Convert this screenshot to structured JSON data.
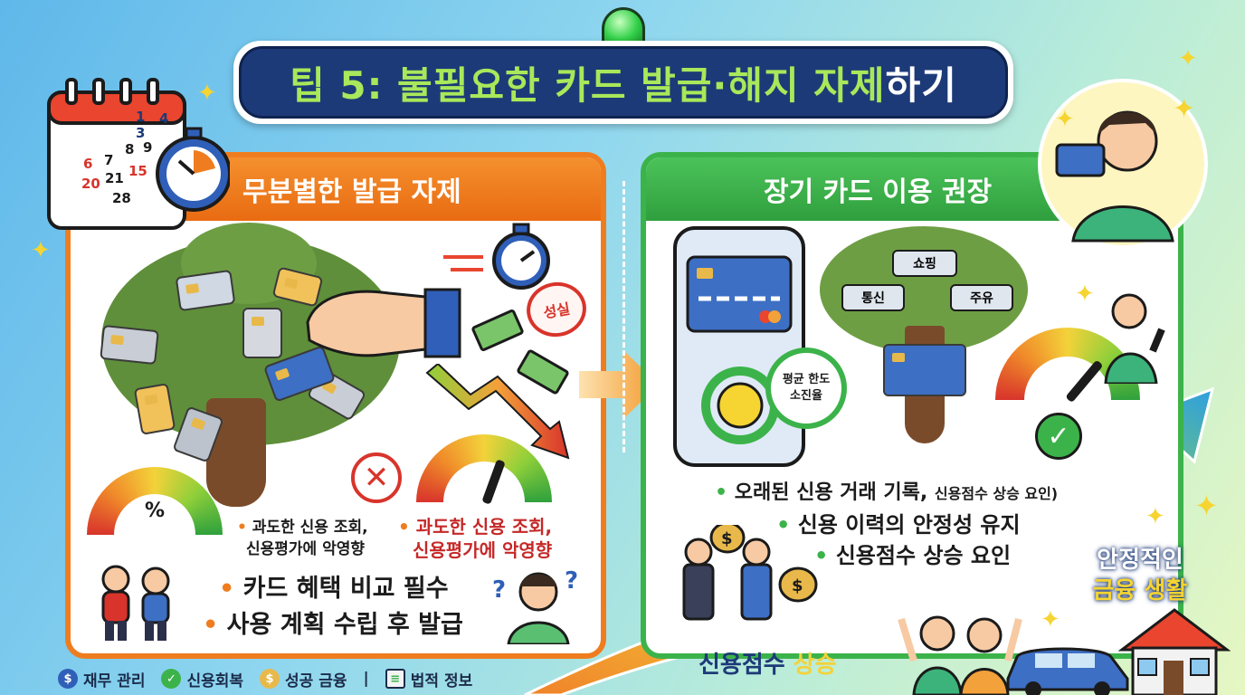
{
  "title": {
    "prefix": "팁 5: 불필요한 카드 발급·해지 자제",
    "suffix": "하기"
  },
  "left_panel": {
    "heading": "무분별한 발급 자제",
    "stamp": "성실",
    "small_bullet_line1": "과도한 신용 조회,",
    "small_bullet_line2": "신용평가에 악영향",
    "red_bullet_line1": "과도한 신용 조회,",
    "red_bullet_line2": "신용평가에 악영향",
    "gauge_symbol": "%",
    "bullets": [
      "카드 혜택 비교 필수",
      "사용 계획 수립 후 발급"
    ]
  },
  "right_panel": {
    "heading": "장기 카드 이용 권장",
    "circle_label_line1": "평균 한도",
    "circle_label_line2": "소진율",
    "tree_tags": [
      "쇼핑",
      "통신",
      "주유"
    ],
    "bullet_main": "오래된 신용 거래 기록,",
    "bullet_main_small": "신용점수 상승 요인)",
    "bullets": [
      "신용 이력의 안정성 유지",
      "신용점수 상승 요인"
    ]
  },
  "bottom": {
    "credit_rise_prefix": "신용점수 ",
    "credit_rise_suffix": "상승",
    "stable_line1": "안정적인",
    "stable_line2": "금융 생활"
  },
  "calendar": {
    "numbers": [
      "1",
      "3",
      "4",
      "6",
      "7",
      "8",
      "9",
      "20",
      "21",
      "15",
      "28"
    ]
  },
  "footer": {
    "items": [
      "재무 관리",
      "신용회복",
      "성공 금융",
      "법적 정보"
    ]
  },
  "colors": {
    "title_bg": "#1d3a78",
    "title_accent": "#a8e85a",
    "left_accent": "#ef7d1f",
    "right_accent": "#3cb34a",
    "warning_red": "#d8342b"
  }
}
